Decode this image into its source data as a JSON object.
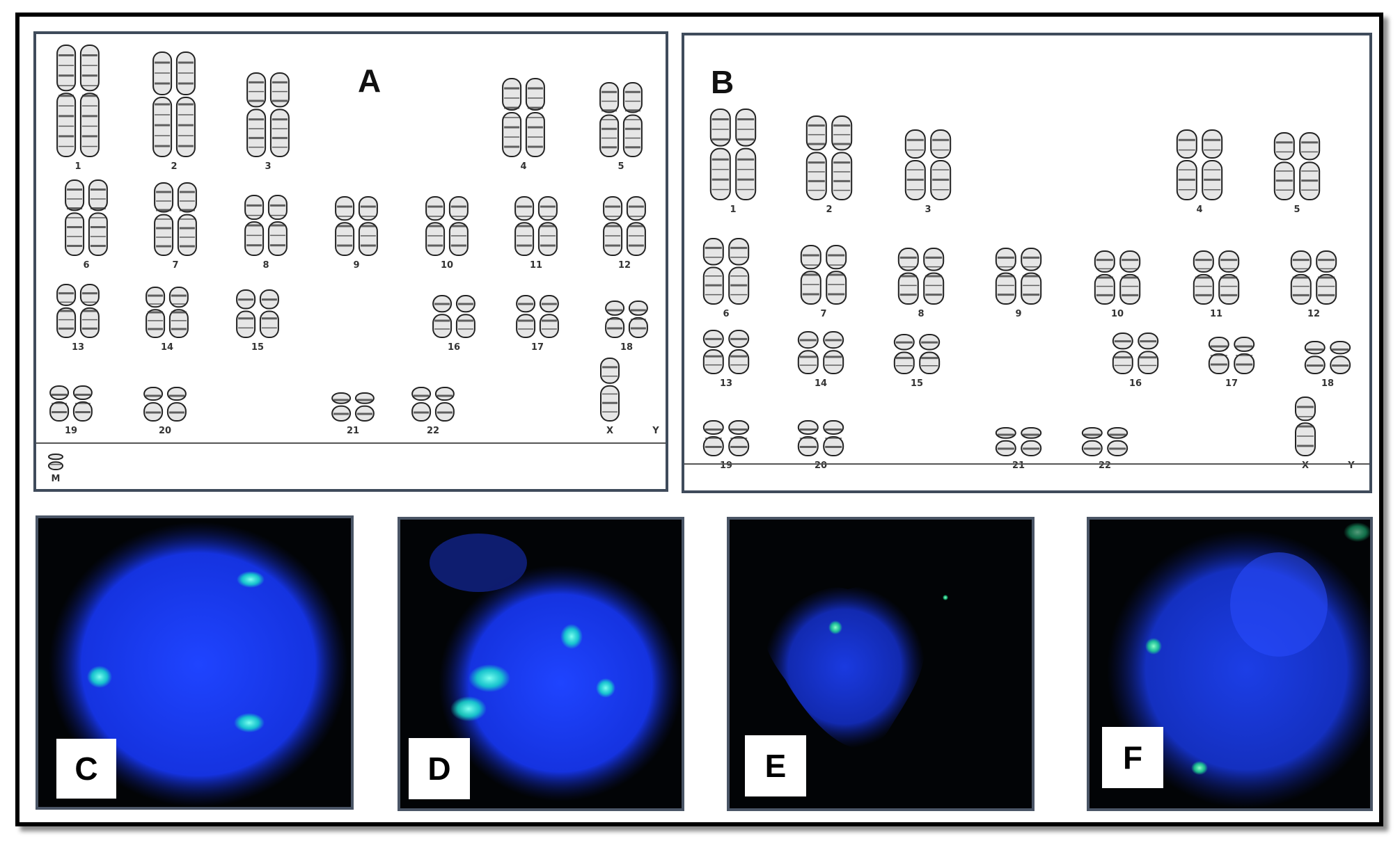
{
  "panels": {
    "A": {
      "label": "A",
      "rows": [
        [
          "1",
          "2",
          "3",
          "4",
          "5"
        ],
        [
          "6",
          "7",
          "8",
          "9",
          "10",
          "11",
          "12"
        ],
        [
          "13",
          "14",
          "15",
          "16",
          "17",
          "18"
        ],
        [
          "19",
          "20",
          "21",
          "22",
          "X",
          "Y"
        ]
      ],
      "marker": "M"
    },
    "B": {
      "label": "B",
      "rows": [
        [
          "1",
          "2",
          "3",
          "4",
          "5"
        ],
        [
          "6",
          "7",
          "8",
          "9",
          "10",
          "11",
          "12"
        ],
        [
          "13",
          "14",
          "15",
          "16",
          "17",
          "18"
        ],
        [
          "19",
          "20",
          "21",
          "22",
          "X",
          "Y"
        ]
      ]
    }
  },
  "fish_panels": [
    {
      "label": "C",
      "nucleus_color": "#1a3cff",
      "signal_color": "#22ffd0"
    },
    {
      "label": "D",
      "nucleus_color": "#1a3cff",
      "signal_color": "#22ffd0"
    },
    {
      "label": "E",
      "nucleus_color": "#1a3cff",
      "signal_color": "#22ffd0"
    },
    {
      "label": "F",
      "nucleus_color": "#1a3cff",
      "signal_color": "#22ffd0"
    }
  ]
}
